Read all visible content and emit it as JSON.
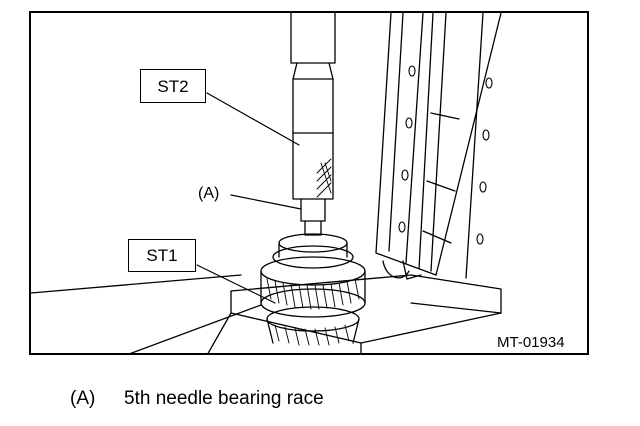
{
  "figure": {
    "callouts": {
      "st2": "ST2",
      "st1": "ST1",
      "a": "(A)"
    },
    "figure_code": "MT-01934"
  },
  "legend": {
    "key": "(A)",
    "description": "5th needle bearing race"
  }
}
